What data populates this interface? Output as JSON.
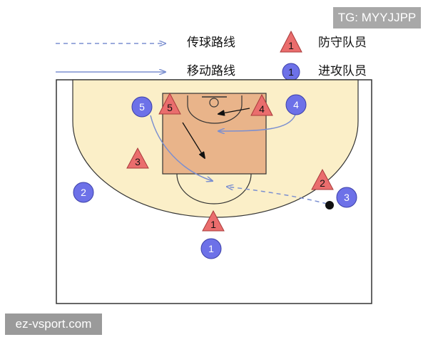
{
  "watermarks": {
    "top_right": "TG: MYYJJPP",
    "bottom_left": "ez-vsport.com"
  },
  "legend": {
    "pass_route": "传球路线",
    "move_route": "移动路线",
    "defender": "防守队员",
    "attacker": "进攻队员",
    "defender_symbol_number": "1",
    "attacker_symbol_number": "1"
  },
  "court": {
    "key_color": "#e9b48a",
    "arc_area_color": "#fbefc8",
    "attacker_color": "#6d71e8",
    "defender_color": "#ea6d6d",
    "route_color": "#7b8fd0"
  },
  "players": {
    "attackers": [
      {
        "number": "5"
      },
      {
        "number": "4"
      },
      {
        "number": "2"
      },
      {
        "number": "3"
      },
      {
        "number": "1"
      }
    ],
    "defenders": [
      {
        "number": "5"
      },
      {
        "number": "4"
      },
      {
        "number": "3"
      },
      {
        "number": "2"
      },
      {
        "number": "1"
      }
    ]
  }
}
